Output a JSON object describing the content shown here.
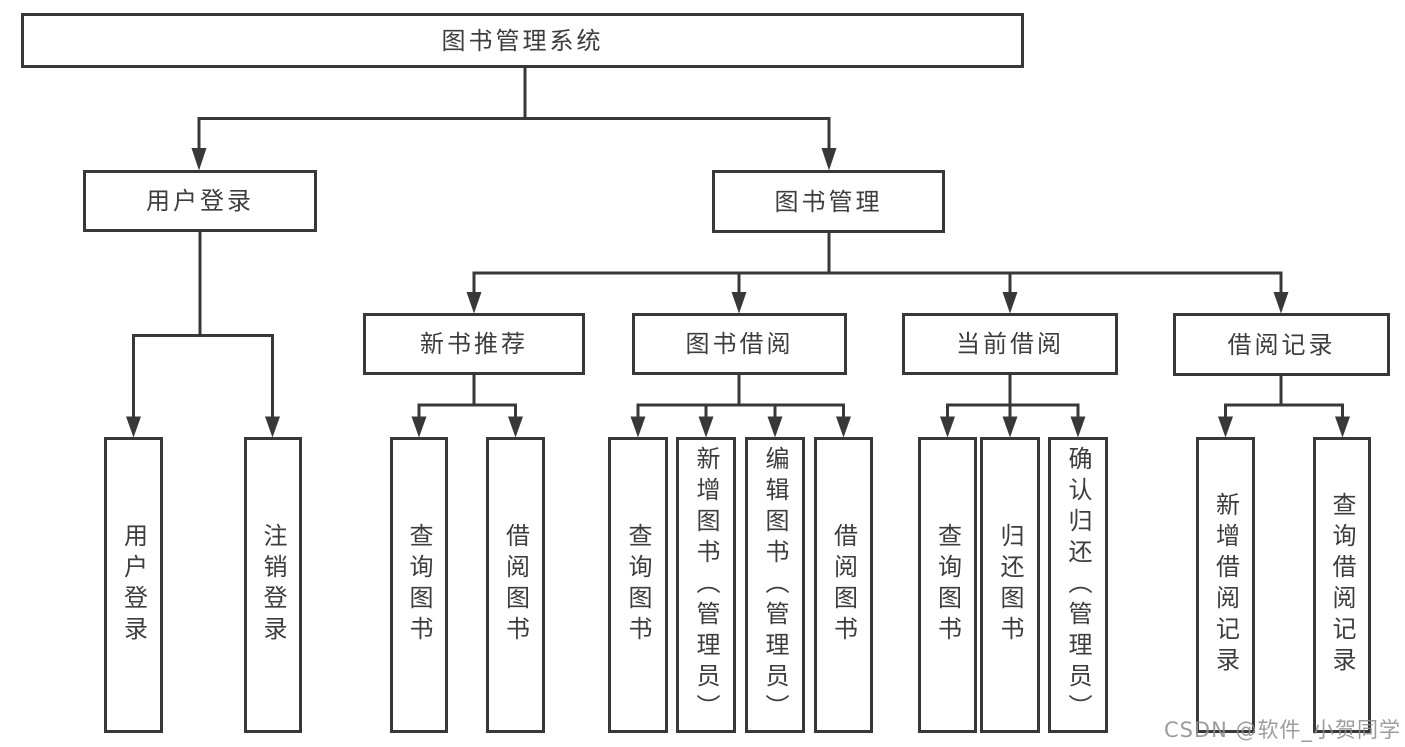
{
  "diagram_type": "tree-structure-chart",
  "tree": {
    "root": {
      "label": "图书管理系统",
      "children": [
        {
          "label": "用户登录",
          "children": [
            {
              "label": "用户登录"
            },
            {
              "label": "注销登录"
            }
          ]
        },
        {
          "label": "图书管理",
          "children": [
            {
              "label": "新书推荐",
              "children": [
                {
                  "label": "查询图书"
                },
                {
                  "label": "借阅图书"
                }
              ]
            },
            {
              "label": "图书借阅",
              "children": [
                {
                  "label": "查询图书"
                },
                {
                  "label": "新增图书（管理员）"
                },
                {
                  "label": "编辑图书（管理员）"
                },
                {
                  "label": "借阅图书"
                }
              ]
            },
            {
              "label": "当前借阅",
              "children": [
                {
                  "label": "查询图书"
                },
                {
                  "label": "归还图书"
                },
                {
                  "label": "确认归还（管理员）"
                }
              ]
            },
            {
              "label": "借阅记录",
              "children": [
                {
                  "label": "新增借阅记录"
                },
                {
                  "label": "查询借阅记录"
                }
              ]
            }
          ]
        }
      ]
    }
  },
  "watermark": {
    "text": "CSDN @软件_小贺同学"
  },
  "colors": {
    "line": "#383838",
    "box_border": "#383838",
    "text": "#3d3d3d",
    "watermark": "#8f8f8f",
    "background": "#ffffff"
  }
}
